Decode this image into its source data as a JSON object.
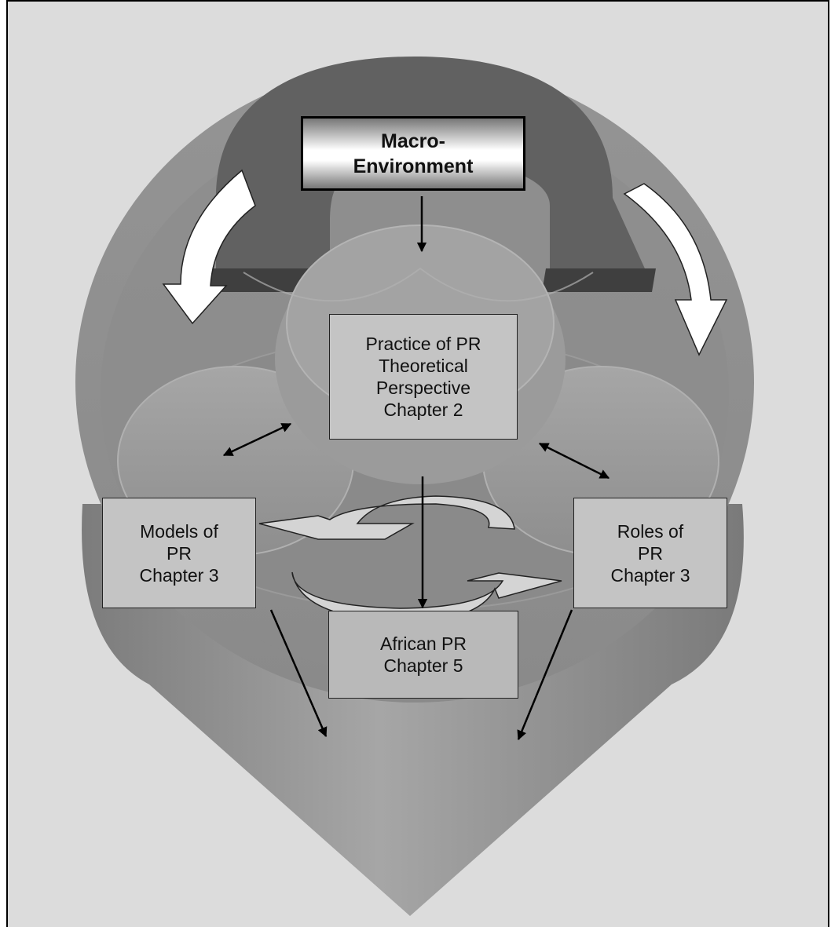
{
  "diagram": {
    "macro_environment": {
      "line1": "Macro-",
      "line2": "Environment"
    },
    "practice_of_pr": {
      "line1": "Practice of PR",
      "line2": "Theoretical",
      "line3": "Perspective",
      "line4": "Chapter 2"
    },
    "models_of_pr": {
      "line1": "Models of",
      "line2": "PR",
      "line3": "Chapter 3"
    },
    "roles_of_pr": {
      "line1": "Roles of",
      "line2": "PR",
      "line3": "Chapter 3"
    },
    "african_pr": {
      "line1": "African PR",
      "line2": "Chapter 5"
    }
  },
  "colors": {
    "background": "#dcdcdc",
    "cone": "#8f8f8f",
    "magnet": "#616161",
    "disc": "#9d9d9d",
    "box_fill": "#c4c4c4",
    "arrow_fill": "#ffffff"
  }
}
